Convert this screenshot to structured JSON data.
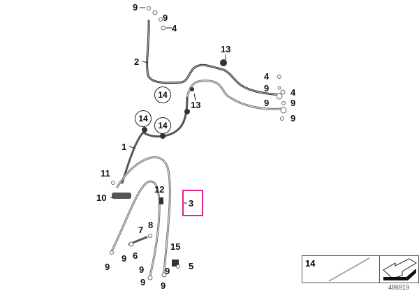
{
  "diagram": {
    "callouts": [
      "9",
      "9",
      "4",
      "2",
      "13",
      "13",
      "4",
      "9",
      "4",
      "9",
      "9",
      "9",
      "1",
      "11",
      "10",
      "12",
      "3",
      "8",
      "7",
      "6",
      "15",
      "5",
      "9",
      "9",
      "9",
      "9",
      "9",
      "9"
    ],
    "circled_callouts": [
      "14",
      "14",
      "14"
    ],
    "highlighted_callout": "3",
    "highlight_color": "#e0218a",
    "legend": {
      "part_number": "14"
    },
    "image_id": "486919"
  }
}
